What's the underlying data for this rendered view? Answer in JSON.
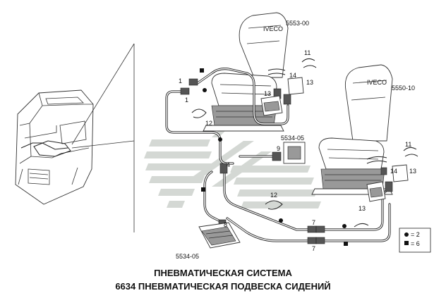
{
  "labels": {
    "seat_a_code": "5553-00",
    "seat_b_code": "5550-10",
    "valve_code": "5534-05",
    "tank_code": "5534-05",
    "callout_1a": "1",
    "callout_1b": "1",
    "callout_12a": "12",
    "callout_12b": "12",
    "callout_13a": "13",
    "callout_13b": "13",
    "callout_13c": "13",
    "callout_13d": "13",
    "callout_14a": "14",
    "callout_14b": "14",
    "callout_11a": "11",
    "callout_11b": "11",
    "callout_4": "4",
    "callout_9": "9",
    "callout_8": "8",
    "callout_7a": "7",
    "callout_7b": "7"
  },
  "legend": {
    "circle_text": "= 2",
    "square_text": "= 6"
  },
  "title": {
    "line1": "ПНЕВМАТИЧЕСКАЯ СИСТЕМА",
    "line2": "6634  ПНЕВМАТИЧЕСКАЯ ПОДВЕСКА СИДЕНИЙ"
  },
  "logo_text": "IVECO",
  "colors": {
    "watermark": "#d4d8d4",
    "ink": "#222222"
  }
}
